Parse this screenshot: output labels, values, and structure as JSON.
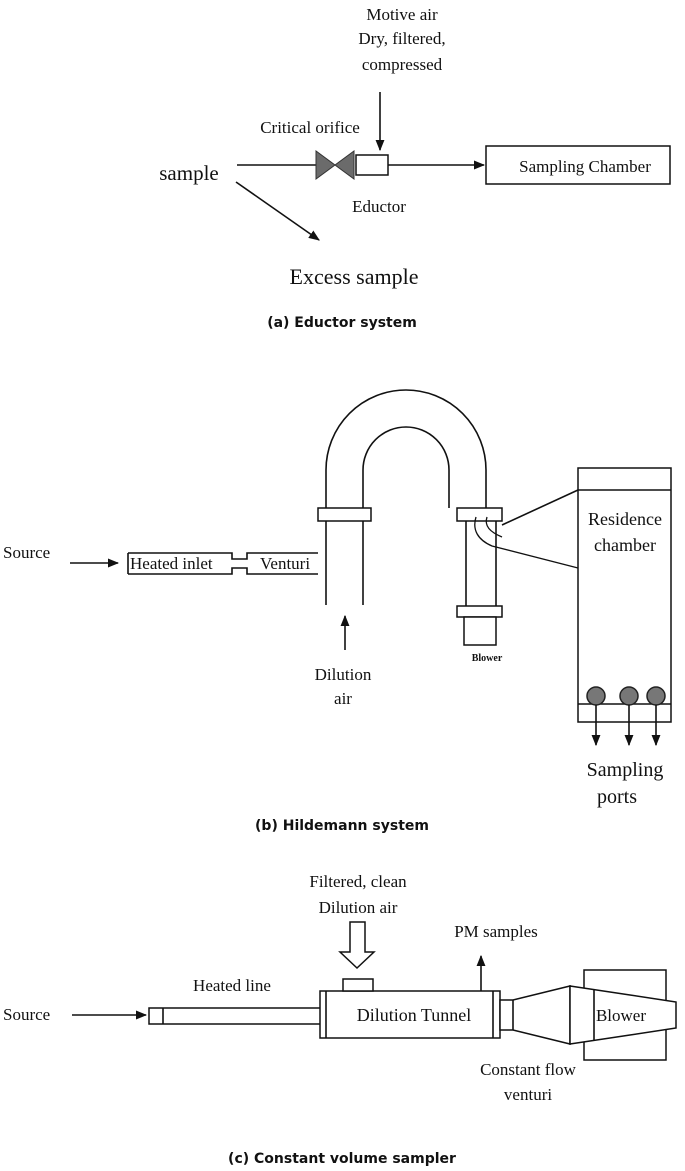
{
  "panel_a": {
    "motive_air_line1": "Motive air",
    "motive_air_line2": "Dry, filtered,",
    "motive_air_line3": "compressed",
    "critical_orifice": "Critical orifice",
    "sample": "sample",
    "eductor": "Eductor",
    "sampling_chamber": "Sampling Chamber",
    "excess_sample": "Excess sample",
    "caption": "(a) Eductor system"
  },
  "panel_b": {
    "source": "Source",
    "heated_inlet": "Heated inlet",
    "venturi": "Venturi",
    "dilution_air_line1": "Dilution",
    "dilution_air_line2": "air",
    "blower": "Blower",
    "residence_line1": "Residence",
    "residence_line2": "chamber",
    "sampling_ports_line1": "Sampling",
    "sampling_ports_line2": "ports",
    "caption": "(b) Hildemann system"
  },
  "panel_c": {
    "filtered_line1": "Filtered, clean",
    "filtered_line2": "Dilution air",
    "pm_samples": "PM samples",
    "heated_line": "Heated line",
    "source": "Source",
    "dilution_tunnel": "Dilution Tunnel",
    "blower": "Blower",
    "constant_flow_line1": "Constant flow",
    "constant_flow_line2": "venturi",
    "caption": "(c) Constant volume sampler"
  },
  "colors": {
    "line": "#111111",
    "valve": "#6b6b6b",
    "port": "#777777",
    "background": "#ffffff"
  }
}
